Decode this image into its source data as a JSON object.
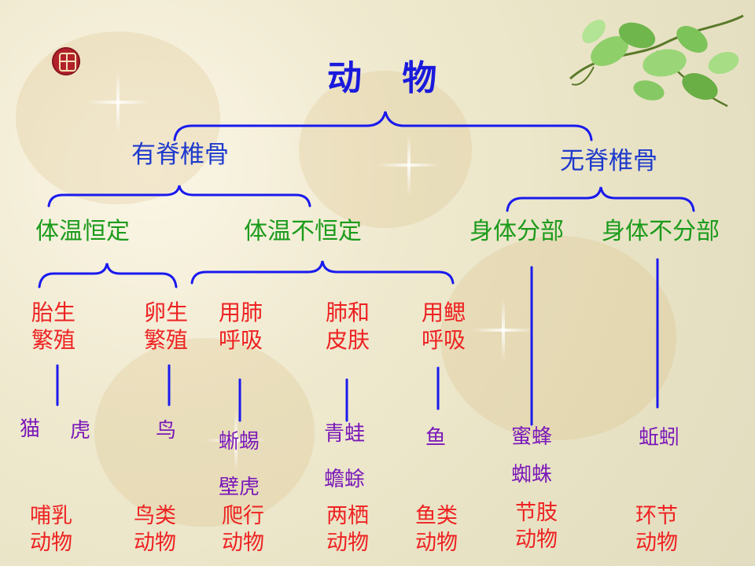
{
  "title": "动 物",
  "level1": {
    "vertebrate": "有脊椎骨",
    "invertebrate": "无脊椎骨"
  },
  "level2": {
    "constant_temp": "体温恒定",
    "variable_temp": "体温不恒定",
    "segmented_body": "身体分部",
    "unsegmented_body": "身体不分部"
  },
  "level3": {
    "viviparous": [
      "胎生",
      "繁殖"
    ],
    "oviparous": [
      "卵生",
      "繁殖"
    ],
    "lung": [
      "用肺",
      "呼吸"
    ],
    "lung_skin": [
      "肺和",
      "皮肤"
    ],
    "gill": [
      "用鳃",
      "呼吸"
    ]
  },
  "examples": {
    "cat": "猫",
    "tiger": "虎",
    "bird": "鸟",
    "lizard": "蜥蜴",
    "gecko": "壁虎",
    "frog": "青蛙",
    "toad": "蟾蜍",
    "fish": "鱼",
    "bee": "蜜蜂",
    "spider": "蜘蛛",
    "earthworm": "蚯蚓"
  },
  "categories": {
    "mammal": [
      "哺乳",
      "动物"
    ],
    "birds": [
      "鸟类",
      "动物"
    ],
    "reptile": [
      "爬行",
      "动物"
    ],
    "amphibian": [
      "两栖",
      "动物"
    ],
    "fish": [
      "鱼类",
      "动物"
    ],
    "arthropod": [
      "节肢",
      "动物"
    ],
    "annelid": [
      "环节",
      "动物"
    ]
  },
  "colors": {
    "title": "#1a1adc",
    "bracket": "#1a1aee",
    "level1": "#1e3acc",
    "level2": "#1b9b1b",
    "level3": "#ee2222",
    "examples": "#7a18b8",
    "categories": "#ee2222"
  },
  "icons": {
    "seal": "red-seal-icon",
    "leaves": "vine-leaves-icon"
  }
}
